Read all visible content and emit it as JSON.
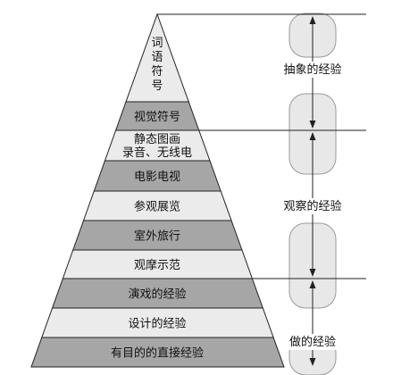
{
  "pyramid": {
    "levels": [
      {
        "label": "词语符号",
        "shade": "light",
        "vertical": true
      },
      {
        "label": "视觉符号",
        "shade": "dark"
      },
      {
        "label": "静态图画",
        "label2": "录音、无线电",
        "shade": "light"
      },
      {
        "label": "电影电视",
        "shade": "dark"
      },
      {
        "label": "参观展览",
        "shade": "light"
      },
      {
        "label": "室外旅行",
        "shade": "dark"
      },
      {
        "label": "观摩示范",
        "shade": "light"
      },
      {
        "label": "演戏的经验",
        "shade": "dark"
      },
      {
        "label": "设计的经验",
        "shade": "light"
      },
      {
        "label": "有目的的直接经验",
        "shade": "dark"
      }
    ],
    "colors": {
      "light": "#ebebeb",
      "dark": "#a6a6a6",
      "stroke": "#222222"
    }
  },
  "categories": [
    {
      "label": "抽象的经验"
    },
    {
      "label": "观察的经验"
    },
    {
      "label": "做的经验"
    }
  ],
  "capsule_colors": {
    "fill": "#e8e8e8",
    "stroke": "#9a9a9a"
  }
}
